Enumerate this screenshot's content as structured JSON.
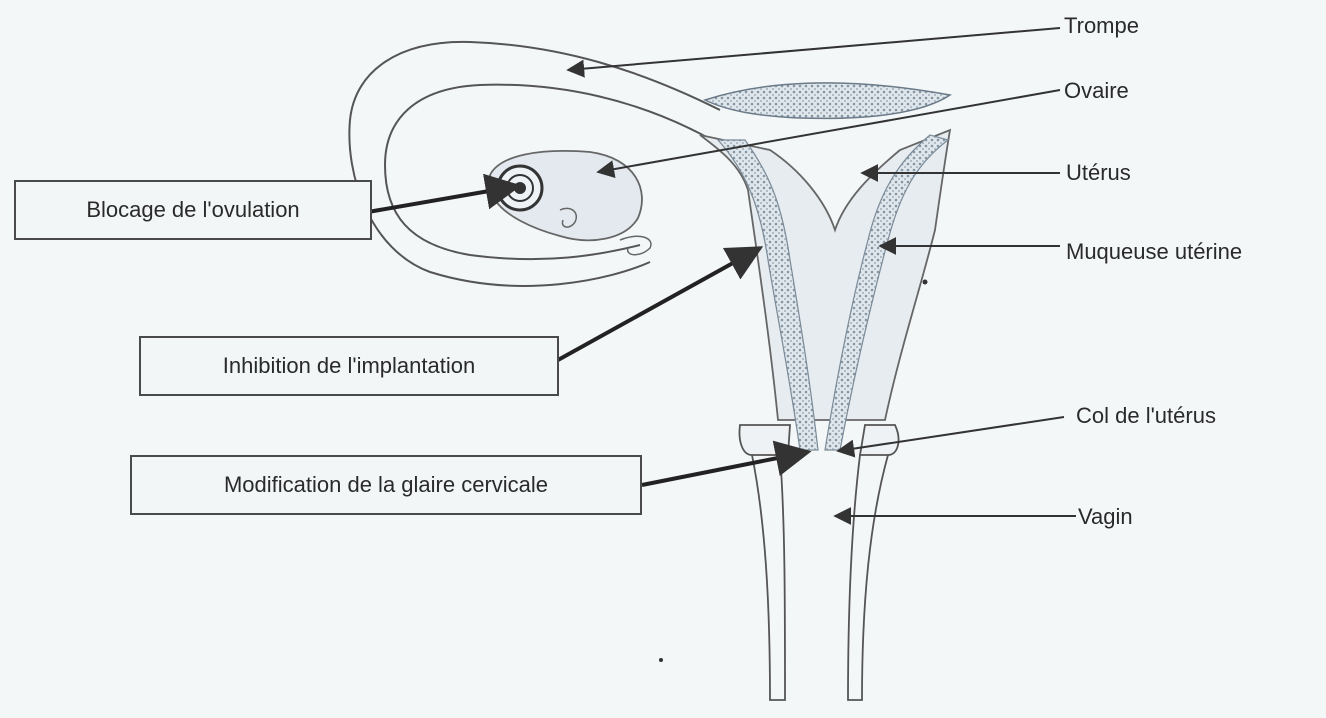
{
  "labels": {
    "trompe": "Trompe",
    "ovaire": "Ovaire",
    "uterus": "Utérus",
    "muqueuse": "Muqueuse utérine",
    "col": "Col de l'utérus",
    "vagin": "Vagin"
  },
  "boxes": {
    "ovulation": "Blocage de l'ovulation",
    "implantation": "Inhibition de l'implantation",
    "glaire": "Modification de la glaire cervicale"
  },
  "colors": {
    "background": "#f4f7f8",
    "outline": "#4a4a4a",
    "tissue": "#e6ecf0",
    "mucosa": "#c9d3db",
    "arrow": "#333333"
  }
}
